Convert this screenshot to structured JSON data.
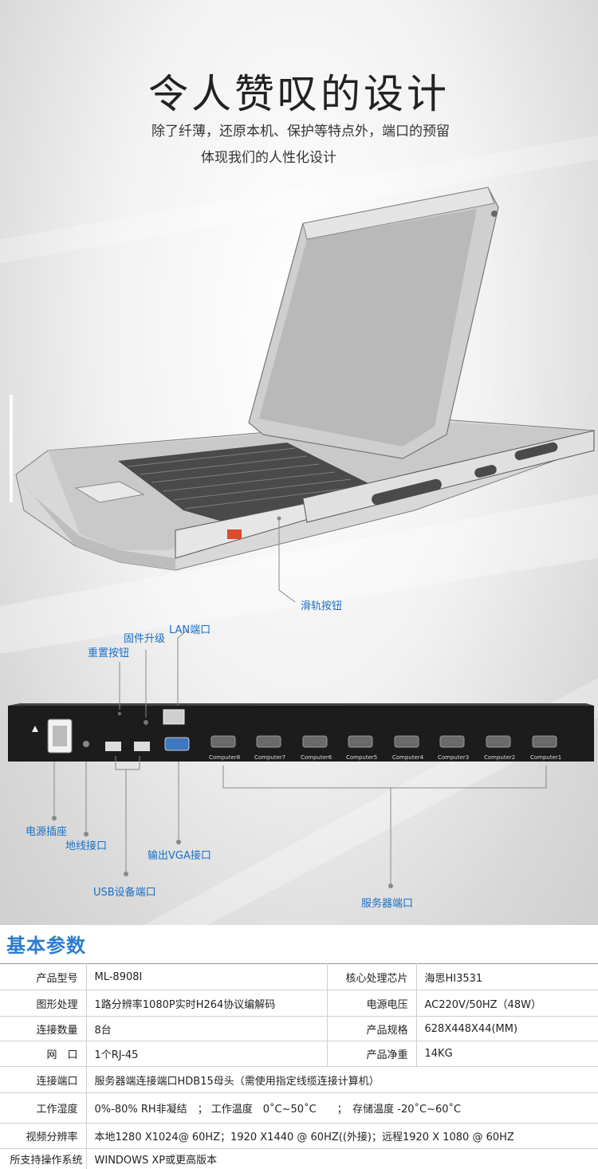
{
  "header": {
    "title": "令人赞叹的设计",
    "subtitle_line1": "除了纤薄，还原本机、保护等特点外，端口的预留",
    "subtitle_line2": "体现我们的人性化设计"
  },
  "callouts": {
    "slide_rail_button": "滑轨按钮",
    "lan_port": "LAN端口",
    "firmware_upgrade": "固件升级",
    "reset_button": "重置按钮",
    "power_socket": "电源插座",
    "ground_port": "地线接口",
    "vga_output": "输出VGA接口",
    "usb_ports": "USB设备端口",
    "server_ports": "服务器端口"
  },
  "rear_panel": {
    "computer_ports": [
      "Computer8",
      "Computer7",
      "Computer6",
      "Computer5",
      "Computer4",
      "Computer3",
      "Computer2",
      "Computer1"
    ]
  },
  "params": {
    "title": "基本参数",
    "rows": [
      {
        "k": "产品型号",
        "v": "ML-8908I",
        "k2": "核心处理芯片",
        "v2": "海思HI3531"
      },
      {
        "k": "图形处理",
        "v": "1路分辨率1080P实时H264协议编解码",
        "k2": "电源电压",
        "v2": "AC220V/50HZ（48W）"
      },
      {
        "k": "连接数量",
        "v": "8台",
        "k2": "产品规格",
        "v2": "628X448X44(MM)"
      },
      {
        "k": "网　口",
        "v": "1个RJ-45",
        "k2": "产品净重",
        "v2": "14KG"
      }
    ],
    "wide_rows": [
      {
        "k": "连接端口",
        "v": "服务器端连接端口HDB15母头（需使用指定线缆连接计算机）"
      },
      {
        "k": "工作湿度",
        "v": "0%-80% RH非凝结　；  工作温度　0˚C~50˚C　　；　存储温度 -20˚C~60˚C"
      },
      {
        "k": "视频分辨率",
        "v": "本地1280 X1024@ 60HZ；1920 X1440 @ 60HZ((外接)；远程1920 X 1080 @ 60HZ"
      },
      {
        "k": "所支持操作系统",
        "v": "WINDOWS XP或更高版本"
      }
    ]
  }
}
